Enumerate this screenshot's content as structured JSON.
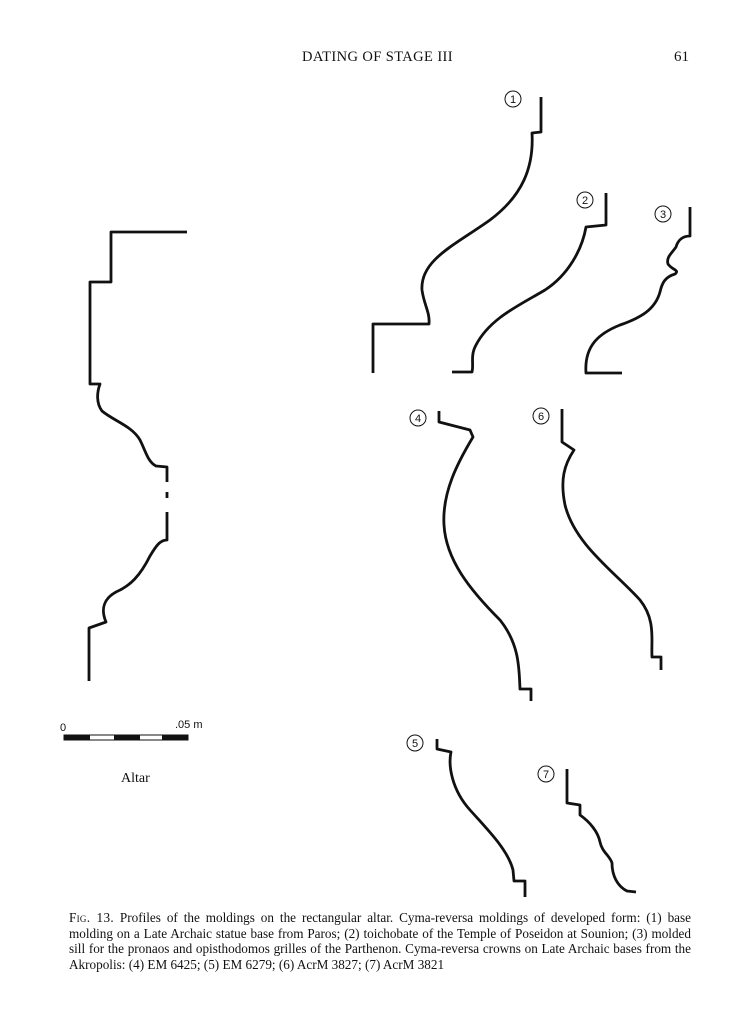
{
  "header": {
    "running_title": "DATING OF STAGE III",
    "page_number": "61"
  },
  "figure": {
    "profile_numbers": [
      "1",
      "2",
      "3",
      "4",
      "5",
      "6",
      "7"
    ],
    "scale": {
      "zero": "0",
      "end": ".05 m"
    },
    "altar_label": "Altar"
  },
  "caption": {
    "label": "Fig. 13.",
    "text": "Profiles of the moldings on the rectangular altar. Cyma-reversa moldings of developed form: (1) base molding on a Late Archaic statue base from Paros; (2) toichobate of the Temple of Poseidon at Sounion; (3) molded sill for the pronaos and opisthodomos grilles of the Parthenon. Cyma-reversa crowns on Late Archaic bases from the Akropolis: (4) EM 6425; (5) EM 6279; (6) AcrM 3827; (7) AcrM 3821"
  }
}
